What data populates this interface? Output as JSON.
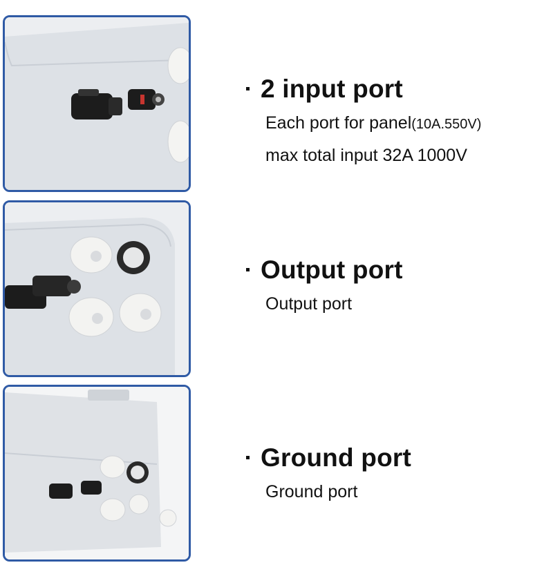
{
  "features": [
    {
      "title": "2 input port",
      "line1_main": "Each port for panel",
      "line1_spec": "(10A.550V)",
      "line2": "max total input 32A 1000V"
    },
    {
      "title": "Output port",
      "line1": "Output port"
    },
    {
      "title": "Ground port",
      "line1": "Ground port"
    }
  ],
  "colors": {
    "panel_border": "#2f5aa5",
    "enclosure": "#e3e6ea",
    "connector": "#1c1c1c",
    "gland": "#f1f1ef"
  }
}
